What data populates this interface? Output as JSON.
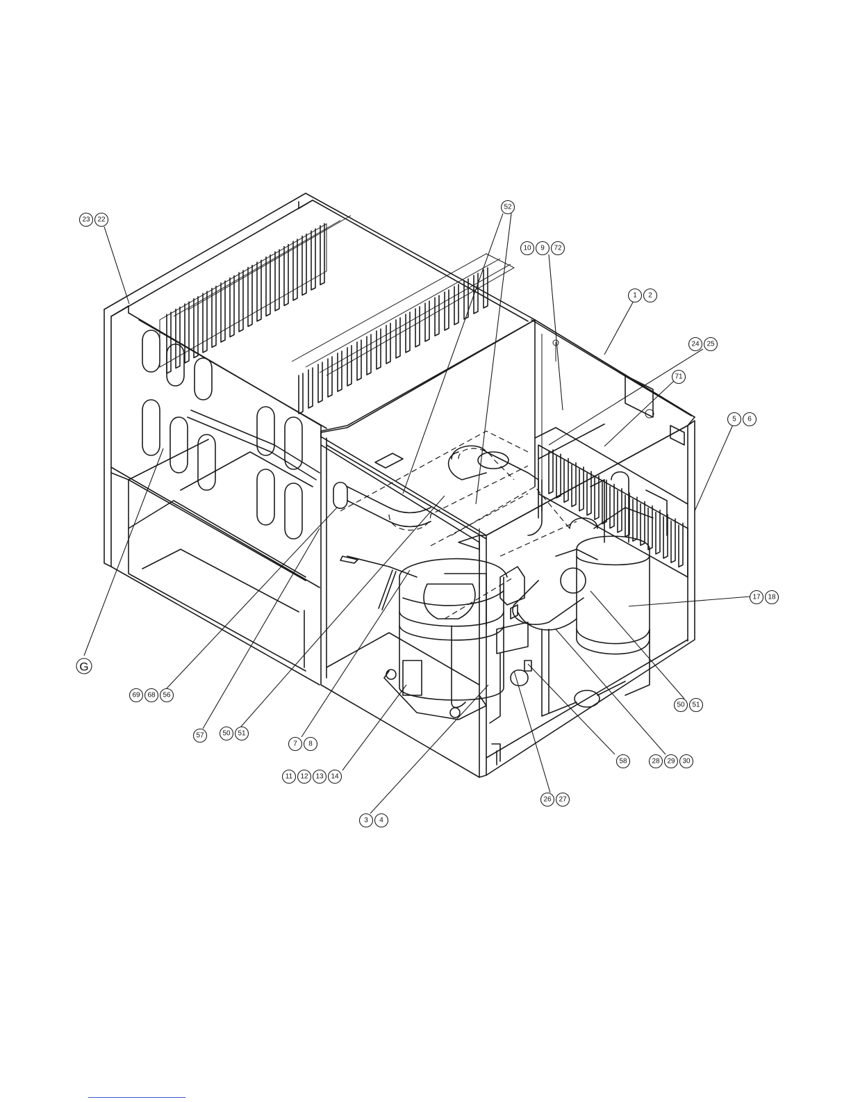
{
  "callouts": [
    {
      "id": "c-23-22",
      "labels": [
        "23",
        "22"
      ]
    },
    {
      "id": "c-52",
      "labels": [
        "52"
      ]
    },
    {
      "id": "c-10-9-72",
      "labels": [
        "10",
        "9",
        "72"
      ]
    },
    {
      "id": "c-1-2",
      "labels": [
        "1",
        "2"
      ]
    },
    {
      "id": "c-24-25",
      "labels": [
        "24",
        "25"
      ]
    },
    {
      "id": "c-71",
      "labels": [
        "71"
      ]
    },
    {
      "id": "c-5-6",
      "labels": [
        "5",
        "6"
      ]
    },
    {
      "id": "c-17-18",
      "labels": [
        "17",
        "18"
      ]
    },
    {
      "id": "c-G",
      "labels": [
        "G"
      ]
    },
    {
      "id": "c-69-68-56",
      "labels": [
        "69",
        "68",
        "56"
      ]
    },
    {
      "id": "c-57",
      "labels": [
        "57"
      ]
    },
    {
      "id": "c-50-51-left",
      "labels": [
        "50",
        "51"
      ]
    },
    {
      "id": "c-7-8",
      "labels": [
        "7",
        "8"
      ]
    },
    {
      "id": "c-11-12-13-14",
      "labels": [
        "11",
        "12",
        "13",
        "14"
      ]
    },
    {
      "id": "c-3-4",
      "labels": [
        "3",
        "4"
      ]
    },
    {
      "id": "c-26-27",
      "labels": [
        "26",
        "27"
      ]
    },
    {
      "id": "c-58",
      "labels": [
        "58"
      ]
    },
    {
      "id": "c-28-29-30",
      "labels": [
        "28",
        "29",
        "30"
      ]
    },
    {
      "id": "c-50-51-right",
      "labels": [
        "50",
        "51"
      ]
    }
  ]
}
